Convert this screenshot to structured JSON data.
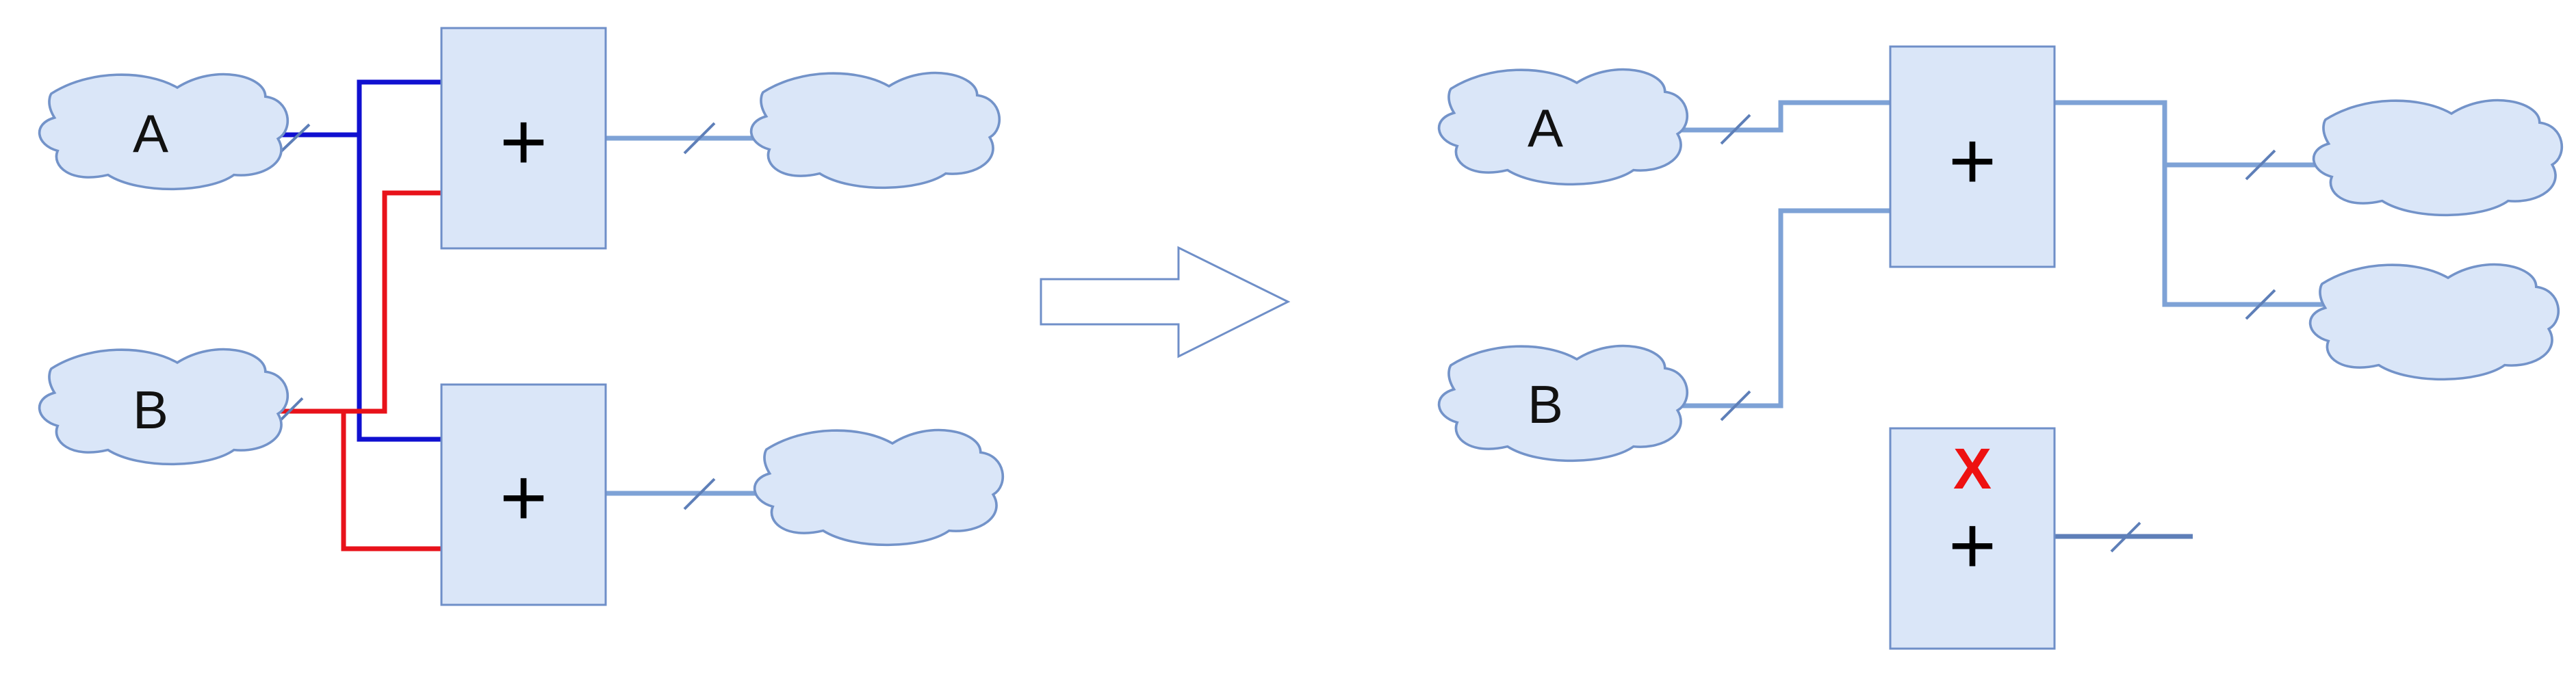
{
  "colors": {
    "cloud_fill": "#dae6f8",
    "cloud_stroke": "#7393c9",
    "box_fill": "#dae6f8",
    "box_stroke": "#6f8fc8",
    "wire_default": "#7ea2d6",
    "wire_blue": "#1010d0",
    "wire_red": "#e8121a",
    "wire_dark": "#5e7fb8",
    "arrow_stroke": "#6f8fc8",
    "x_mark": "#ee1111"
  },
  "before": {
    "cloud_a_label": "A",
    "cloud_b_label": "B",
    "adder_top_symbol": "+",
    "adder_bottom_symbol": "+"
  },
  "after": {
    "cloud_a_label": "A",
    "cloud_b_label": "B",
    "adder_symbol": "+",
    "removed_adder_symbol": "+",
    "removed_mark": "X"
  }
}
